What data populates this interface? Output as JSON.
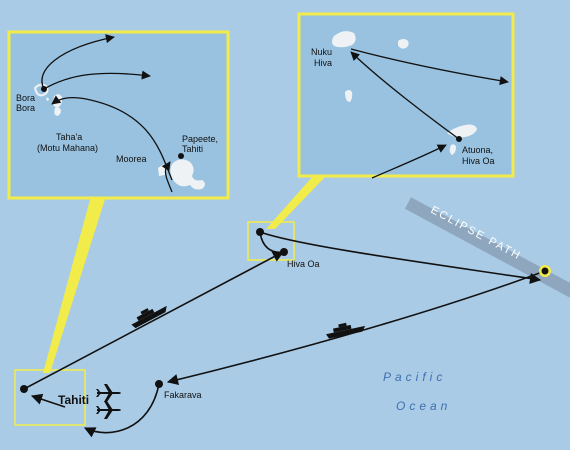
{
  "colors": {
    "ocean": "#a9cbe6",
    "inset_water": "#98c2e0",
    "inset_border": "#f2ec4a",
    "route": "#111111",
    "eclipse_path": "#8fa7be",
    "ocean_text": "#3e6fb0",
    "land": "#eef2f4"
  },
  "labels": {
    "hiva_oa": "Hiva Oa",
    "tahiti": "Tahiti",
    "fakarava": "Fakarava",
    "eclipse_path": "ECLIPSE PATH",
    "ocean_line1": "Pacific",
    "ocean_line2": "Ocean"
  },
  "inset_left": {
    "bora_bora_1": "Bora",
    "bora_bora_2": "Bora",
    "tahaa_1": "Taha'a",
    "tahaa_2": "(Motu Mahana)",
    "moorea": "Moorea",
    "papeete_1": "Papeete,",
    "papeete_2": "Tahiti"
  },
  "inset_right": {
    "nuku_hiva_1": "Nuku",
    "nuku_hiva_2": "Hiva",
    "atuona_1": "Atuona,",
    "atuona_2": "Hiva Oa"
  },
  "icons": [
    "ship-icon",
    "ship-icon",
    "airplane-icon",
    "airplane-icon",
    "eclipse-marker-icon"
  ]
}
